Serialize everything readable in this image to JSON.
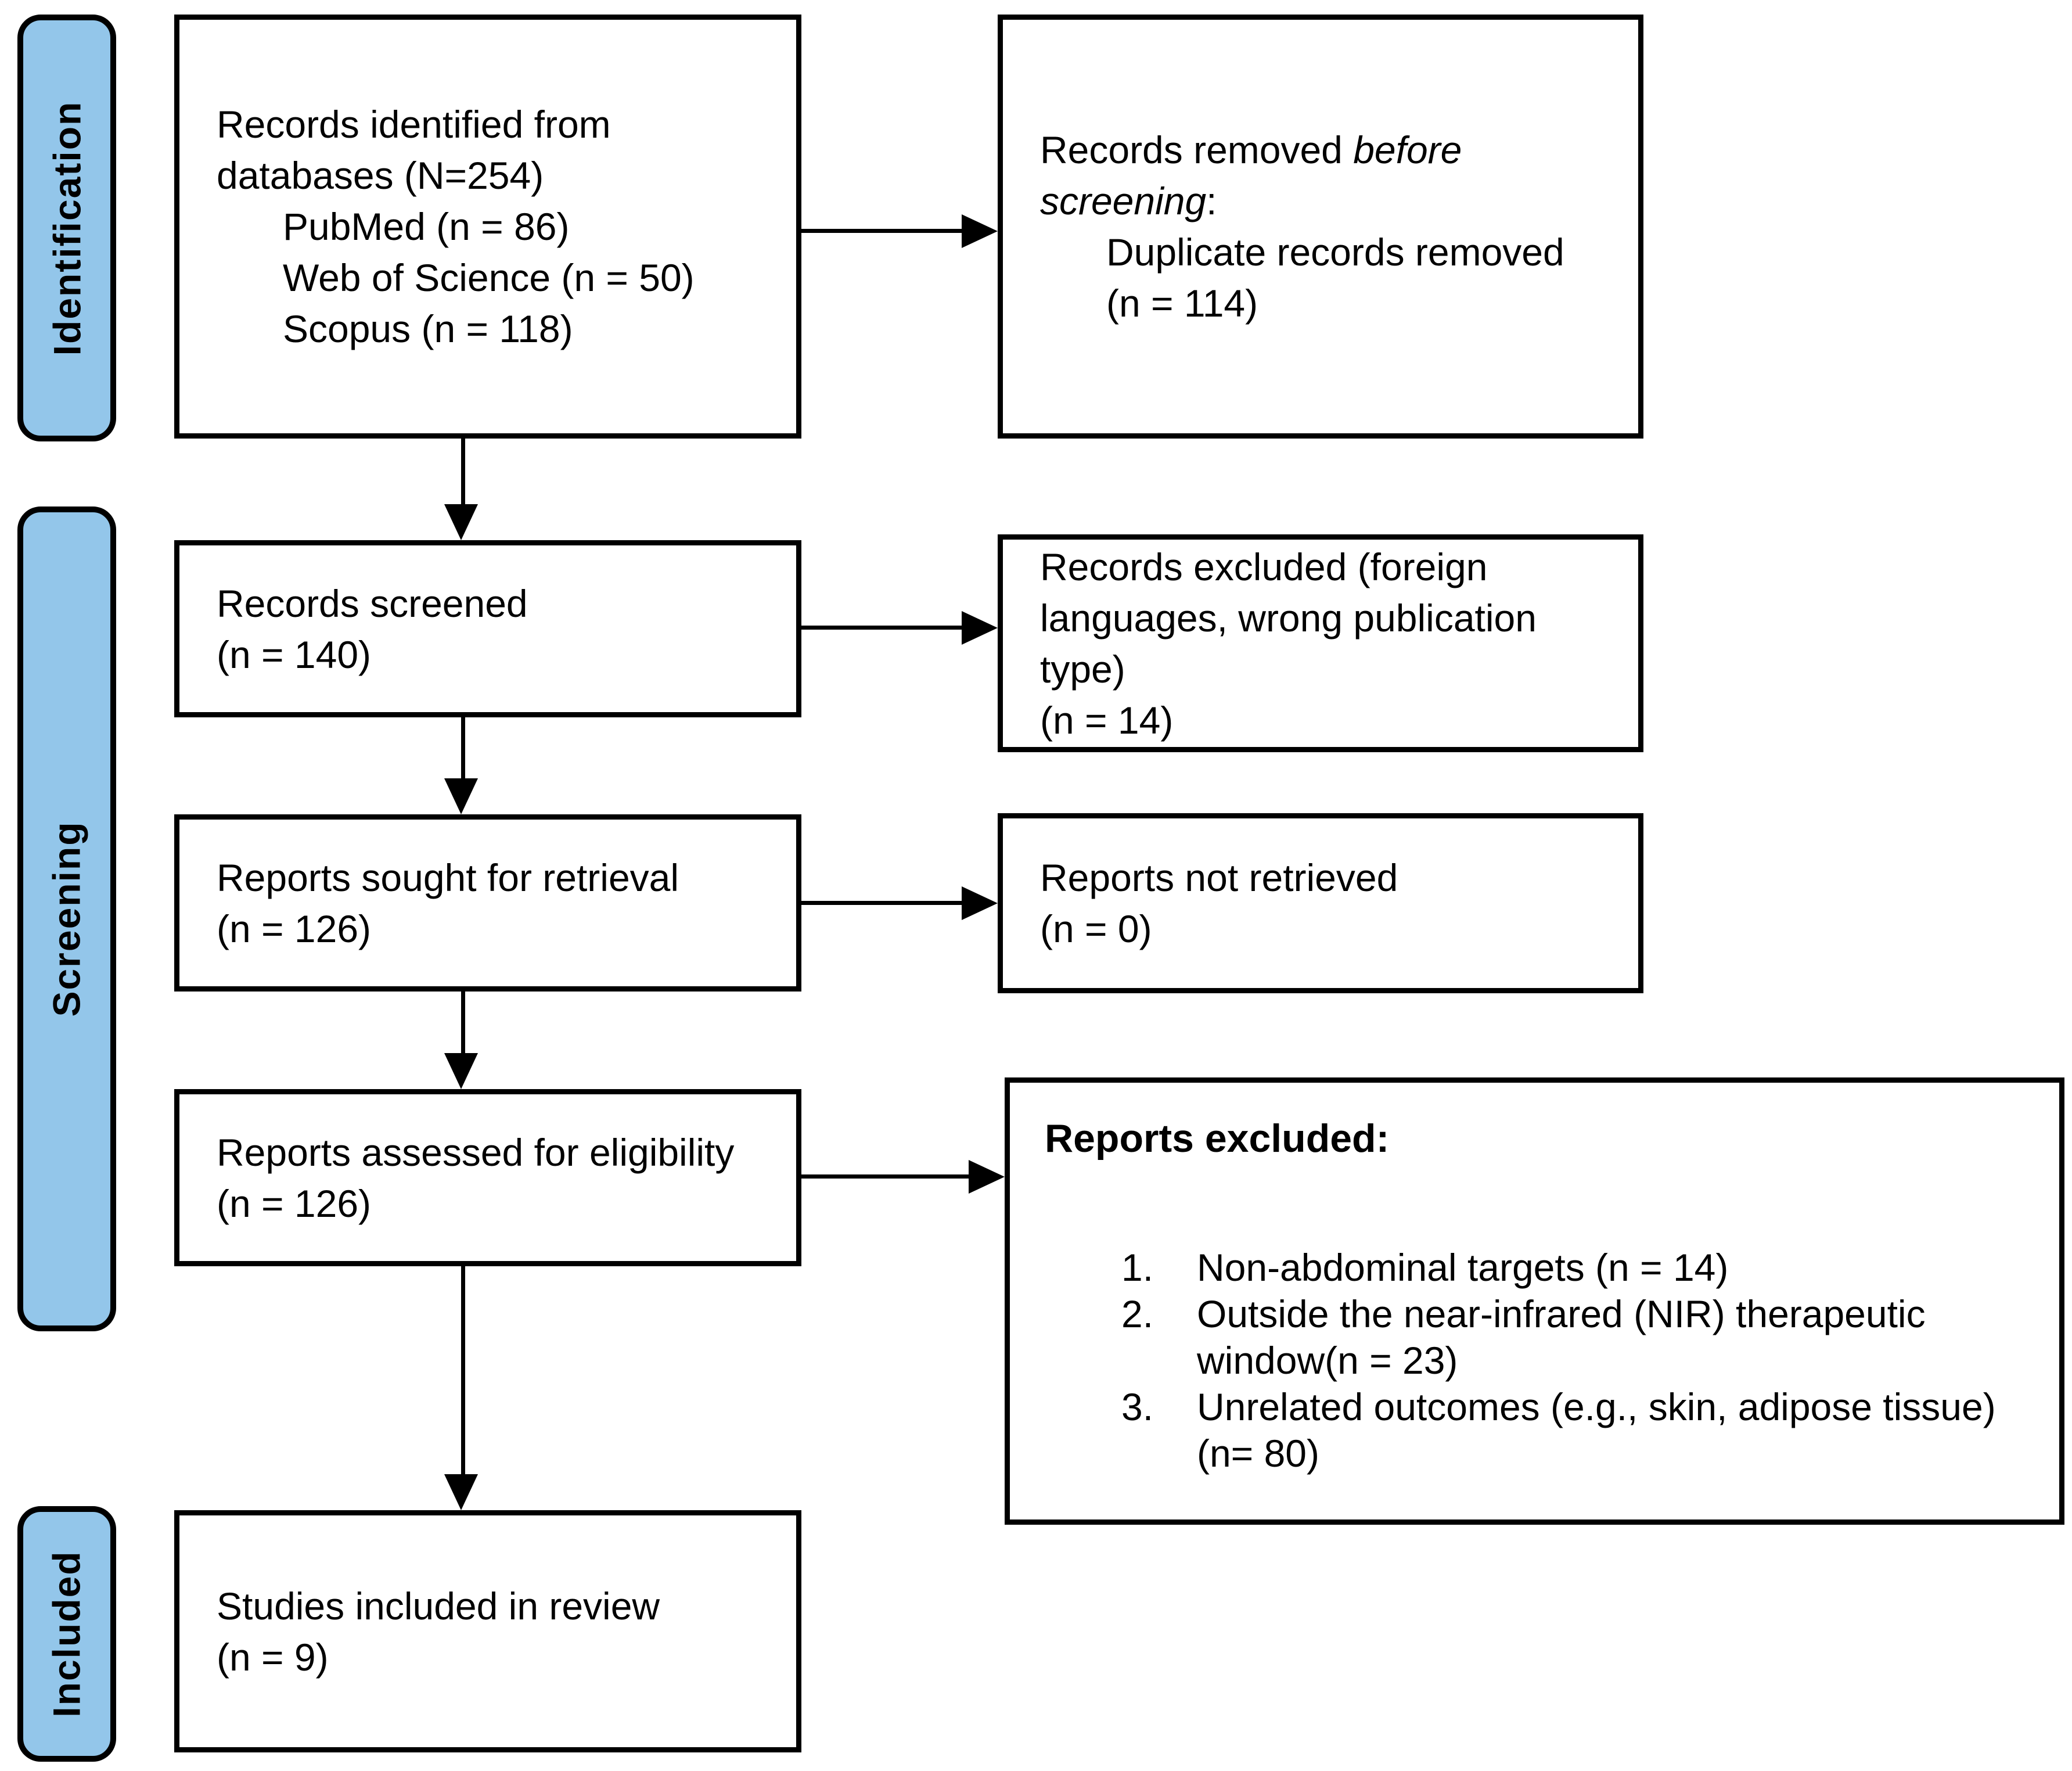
{
  "colors": {
    "stage_bar_fill": "#93C6EA",
    "border": "#000000",
    "background": "#FFFFFF",
    "text": "#000000"
  },
  "stages": [
    {
      "label": "Identification"
    },
    {
      "label": "Screening"
    },
    {
      "label": "Included"
    }
  ],
  "flow": {
    "records_identified": {
      "lines": [
        {
          "ind": 0,
          "seg": [
            {
              "t": "Records identified from"
            }
          ]
        },
        {
          "ind": 0,
          "seg": [
            {
              "t": "databases (N=254)"
            }
          ]
        },
        {
          "ind": 1,
          "seg": [
            {
              "t": "PubMed (n = 86)"
            }
          ]
        },
        {
          "ind": 1,
          "seg": [
            {
              "t": "Web of Science (n = 50)"
            }
          ]
        },
        {
          "ind": 1,
          "seg": [
            {
              "t": "Scopus (n = 118)"
            }
          ]
        }
      ]
    },
    "records_removed": {
      "lines": [
        {
          "ind": 0,
          "seg": [
            {
              "t": "Records removed "
            },
            {
              "t": "before",
              "i": true
            }
          ]
        },
        {
          "ind": 0,
          "seg": [
            {
              "t": "screening",
              "i": true
            },
            {
              "t": ":"
            }
          ]
        },
        {
          "ind": 1,
          "seg": [
            {
              "t": "Duplicate records removed"
            }
          ]
        },
        {
          "ind": 1,
          "seg": [
            {
              "t": "(n = 114)"
            }
          ]
        }
      ]
    },
    "records_screened": {
      "lines": [
        {
          "ind": 0,
          "seg": [
            {
              "t": "Records screened"
            }
          ]
        },
        {
          "ind": 0,
          "seg": [
            {
              "t": "(n = 140)"
            }
          ]
        }
      ]
    },
    "records_excluded": {
      "lines": [
        {
          "ind": 0,
          "seg": [
            {
              "t": "Records excluded (foreign"
            }
          ]
        },
        {
          "ind": 0,
          "seg": [
            {
              "t": "languages, wrong publication"
            }
          ]
        },
        {
          "ind": 0,
          "seg": [
            {
              "t": "type)"
            }
          ]
        },
        {
          "ind": 0,
          "seg": [
            {
              "t": "(n = 14)"
            }
          ]
        }
      ]
    },
    "reports_sought": {
      "lines": [
        {
          "ind": 0,
          "seg": [
            {
              "t": "Reports sought for retrieval"
            }
          ]
        },
        {
          "ind": 0,
          "seg": [
            {
              "t": "(n = 126)"
            }
          ]
        }
      ]
    },
    "reports_not_retrieved": {
      "lines": [
        {
          "ind": 0,
          "seg": [
            {
              "t": "Reports not retrieved"
            }
          ]
        },
        {
          "ind": 0,
          "seg": [
            {
              "t": "(n = 0)"
            }
          ]
        }
      ]
    },
    "reports_assessed": {
      "lines": [
        {
          "ind": 0,
          "seg": [
            {
              "t": "Reports assessed for eligibility"
            }
          ]
        },
        {
          "ind": 0,
          "seg": [
            {
              "t": "(n = 126)"
            }
          ]
        }
      ]
    },
    "reports_excluded": {
      "title": "Reports excluded:",
      "items": [
        {
          "num": "1.",
          "lines": [
            "Non-abdominal targets (n = 14)"
          ]
        },
        {
          "num": "2.",
          "lines": [
            "Outside the near-infrared (NIR) therapeutic",
            "window(n = 23)"
          ]
        },
        {
          "num": "3.",
          "lines": [
            "Unrelated outcomes (e.g., skin, adipose tissue)",
            "(n= 80)"
          ]
        }
      ]
    },
    "studies_included": {
      "lines": [
        {
          "ind": 0,
          "seg": [
            {
              "t": "Studies included in review"
            }
          ]
        },
        {
          "ind": 0,
          "seg": [
            {
              "t": "(n = 9)"
            }
          ]
        }
      ]
    }
  }
}
